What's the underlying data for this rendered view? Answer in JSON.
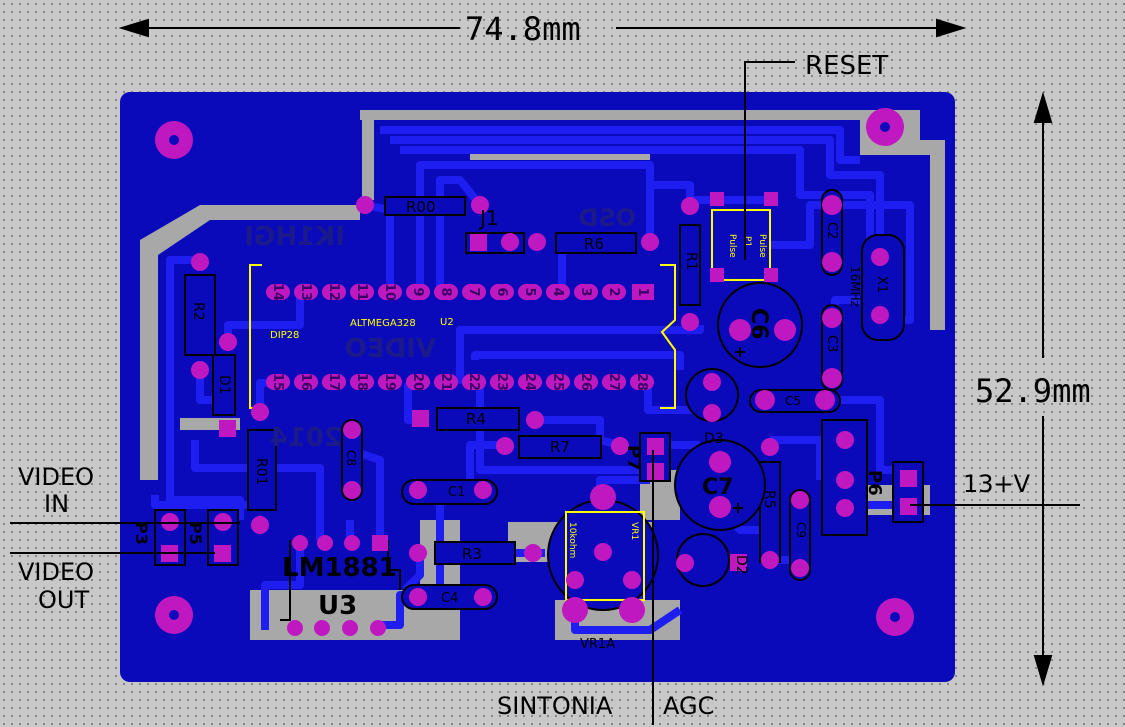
{
  "dimensions": {
    "width": "74.8mm",
    "height": "52.9mm"
  },
  "labels": {
    "reset": "RESET",
    "video_in_1": "VIDEO",
    "video_in_2": "IN",
    "video_out_1": "VIDEO",
    "video_out_2": "OUT",
    "power": "13+V",
    "sintonia": "SINTONIA",
    "agc": "AGC"
  },
  "board_text": {
    "ik1hgi": "IK1HGI",
    "osd": "OSD",
    "video": "VIDEO",
    "year": "2014"
  },
  "chip_u2": {
    "package": "DIP28",
    "name": "ALTMEGA328",
    "designator": "U2",
    "top_pins": [
      "14",
      "13",
      "12",
      "11",
      "10",
      "9",
      "8",
      "7",
      "6",
      "5",
      "4",
      "3",
      "2",
      "1"
    ],
    "bottom_pins": [
      "15",
      "16",
      "17",
      "18",
      "19",
      "20",
      "21",
      "22",
      "23",
      "24",
      "25",
      "26",
      "27",
      "28"
    ]
  },
  "chip_u3": {
    "name": "LM1881",
    "designator": "U3"
  },
  "components": {
    "r00": "R00",
    "j1": "J1",
    "r6": "R6",
    "r1": "R1",
    "p1": "P1",
    "p1_pulse_a": "Pulse",
    "p1_pulse_b": "Pulse",
    "c2": "C2",
    "x1": "X1",
    "mhz": "16MHz",
    "c6": "C6",
    "c3": "C3",
    "c5": "C5",
    "r2": "R2",
    "d1": "D1",
    "r4": "R4",
    "r01": "R01",
    "c8": "C8",
    "r7": "R7",
    "d3": "D3",
    "p7": "P7",
    "c7": "C7",
    "r5": "R5",
    "c9": "C9",
    "d2": "D2",
    "p6": "P6",
    "c1": "C1",
    "r3": "R3",
    "c4": "C4",
    "vr1_top": "10kohm",
    "vr1_side": "VR1",
    "vr1a": "VR1A",
    "p3": "P3",
    "p5": "P5"
  }
}
